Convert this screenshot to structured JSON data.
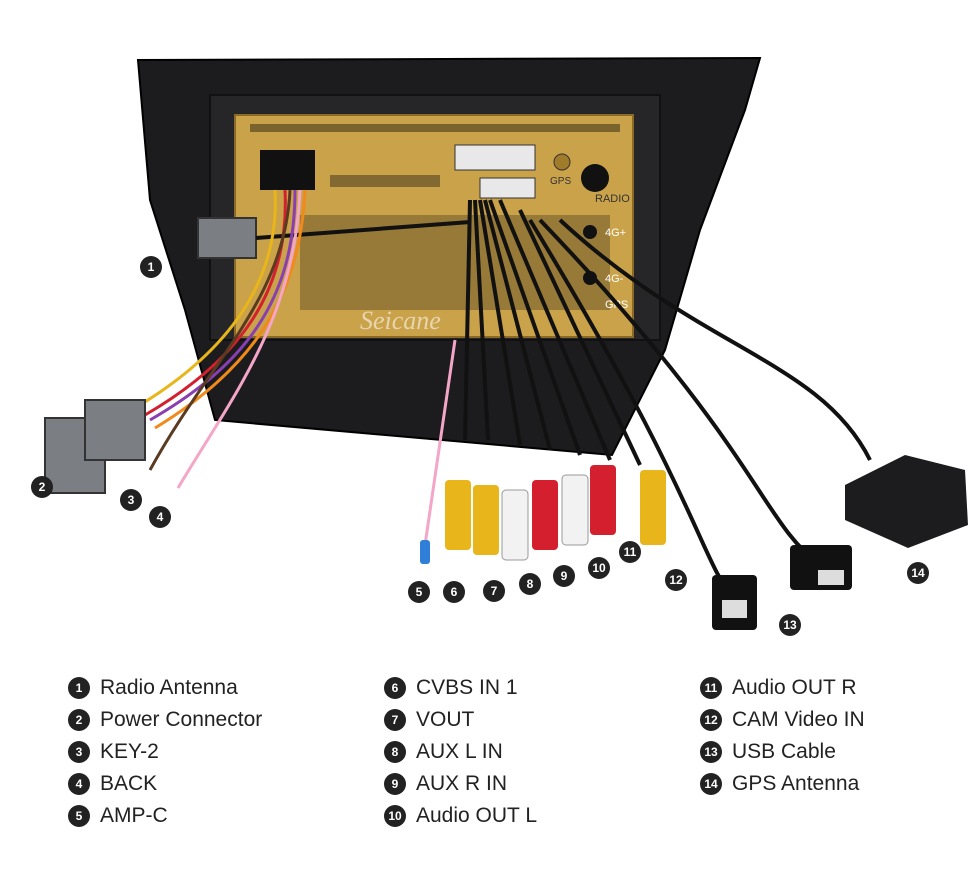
{
  "watermark": "Seicane",
  "unit_labels": {
    "gps": "GPS",
    "radio": "RADIO",
    "port_4g_plus": "4G+",
    "port_4g_minus": "4G-",
    "gps_port": "GPS"
  },
  "callouts": [
    "1",
    "2",
    "3",
    "4",
    "5",
    "6",
    "7",
    "8",
    "9",
    "10",
    "11",
    "12",
    "13",
    "14"
  ],
  "legend": [
    [
      {
        "num": "1",
        "label": "Radio Antenna"
      },
      {
        "num": "2",
        "label": "Power Connector"
      },
      {
        "num": "3",
        "label": "KEY-2"
      },
      {
        "num": "4",
        "label": "BACK"
      },
      {
        "num": "5",
        "label": "AMP-C"
      }
    ],
    [
      {
        "num": "6",
        "label": "CVBS IN 1"
      },
      {
        "num": "7",
        "label": "VOUT"
      },
      {
        "num": "8",
        "label": "AUX L IN"
      },
      {
        "num": "9",
        "label": "AUX R IN"
      },
      {
        "num": "10",
        "label": "Audio OUT L"
      }
    ],
    [
      {
        "num": "11",
        "label": "Audio OUT R"
      },
      {
        "num": "12",
        "label": "CAM Video IN"
      },
      {
        "num": "13",
        "label": "USB Cable"
      },
      {
        "num": "14",
        "label": "GPS Antenna"
      }
    ]
  ],
  "colors": {
    "frame": "#1c1c1e",
    "chassis": "#c9a24a",
    "rca_yellow": "#e8b51a",
    "rca_red": "#d4202e",
    "rca_white": "#f2f2f2",
    "connector_gray": "#7b7f84"
  }
}
